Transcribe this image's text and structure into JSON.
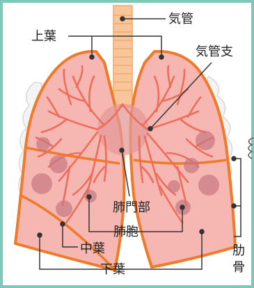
{
  "labels": {
    "trachea": "気管",
    "upper_lobe": "上葉",
    "bronchus": "気管支",
    "hilum": "肺門部",
    "alveoli": "肺胞",
    "middle_lobe": "中葉",
    "lower_lobe": "下葉",
    "rib_top": "肋",
    "rib_bottom": "骨"
  },
  "colors": {
    "frame": "#7cc9b8",
    "lung_fill": "#f6b7b3",
    "lung_edge": "#ee7a2a",
    "bronchi": "#ee6d5a",
    "trachea": "#f8c69a",
    "alveoli": "#c7777f",
    "rib": "#ececec",
    "leader": "#333333"
  }
}
